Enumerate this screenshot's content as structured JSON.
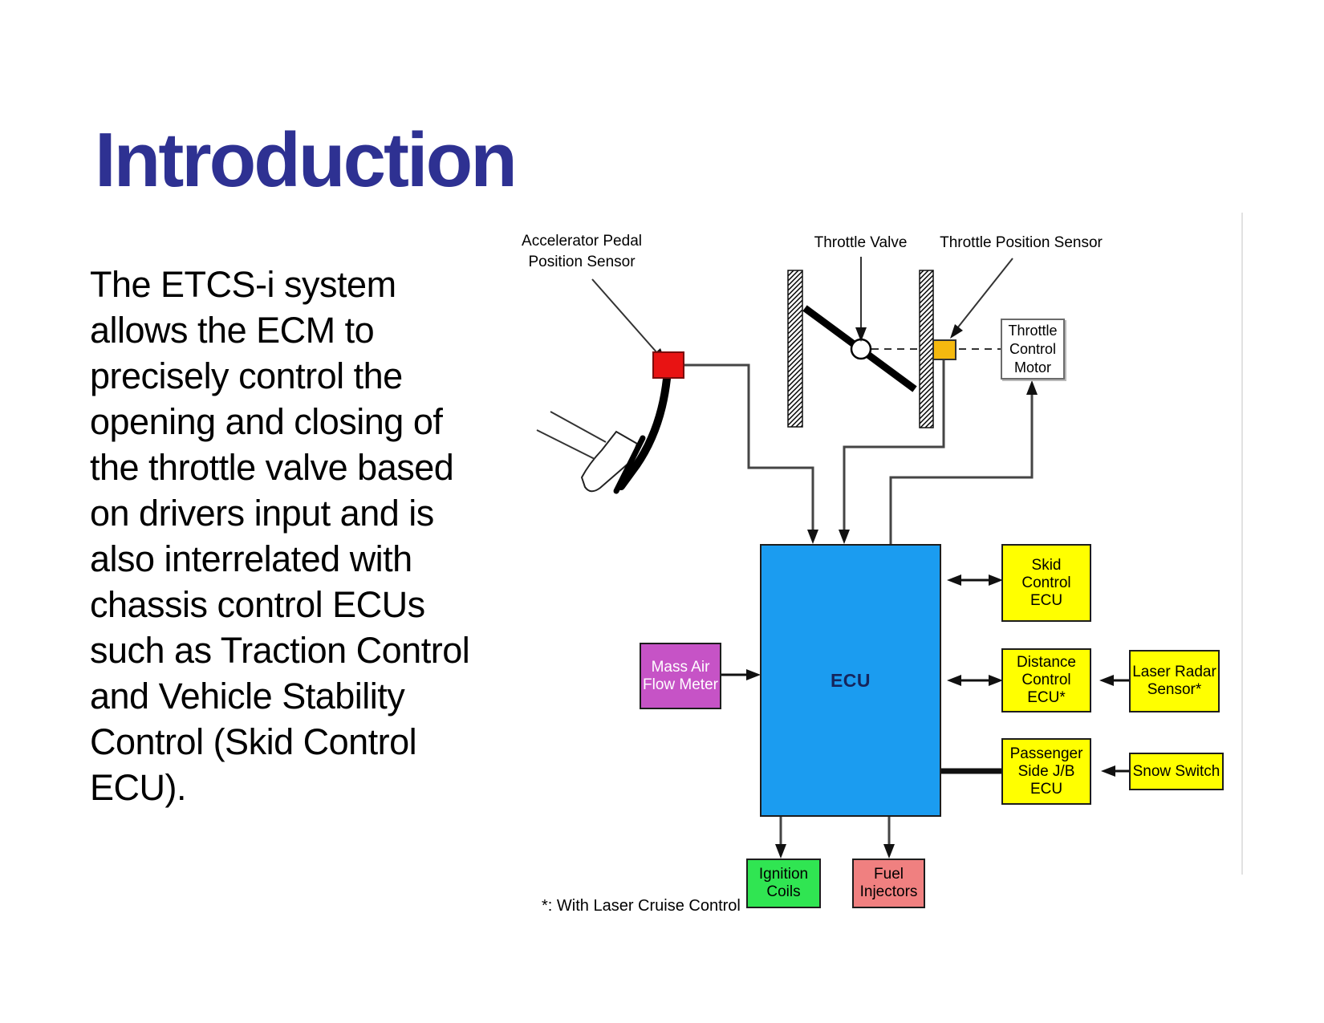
{
  "slide": {
    "title": "Introduction",
    "body_lines": [
      "The ETCS-i system",
      "allows the ECM to",
      "precisely control the",
      "opening and closing of",
      "the throttle valve based",
      "on drivers input and is",
      "also interrelated with",
      "chassis control ECUs",
      "such as Traction Control",
      "and Vehicle Stability",
      "Control (Skid Control",
      "ECU)."
    ]
  },
  "diagram": {
    "labels": {
      "accelerator_pedal_position_sensor": "Accelerator Pedal\nPosition Sensor",
      "throttle_valve": "Throttle Valve",
      "throttle_position_sensor": "Throttle Position Sensor"
    },
    "boxes": {
      "throttle_control_motor": "Throttle\nControl\nMotor",
      "ecu": "ECU",
      "mass_air_flow_meter": "Mass Air\nFlow Meter",
      "skid_control_ecu": "Skid\nControl\nECU",
      "distance_control_ecu": "Distance\nControl\nECU*",
      "laser_radar_sensor": "Laser Radar\nSensor*",
      "passenger_side_jb_ecu": "Passenger\nSide J/B\nECU",
      "snow_switch": "Snow Switch",
      "ignition_coils": "Ignition\nCoils",
      "fuel_injectors": "Fuel\nInjectors"
    },
    "footnote": "*: With Laser Cruise Control"
  },
  "theme": {
    "colors": {
      "title_blue": "#2E3192",
      "ecu_blue": "#1B9CF0",
      "ecu_text": "#15255C",
      "box_yellow": "#FFFF00",
      "sensor_red": "#E81313",
      "sensor_amber": "#F5B90F",
      "maf_magenta": "#C653C6",
      "ignition_green": "#30E552",
      "injector_salmon": "#F08080",
      "wire_gray": "#454545"
    }
  }
}
